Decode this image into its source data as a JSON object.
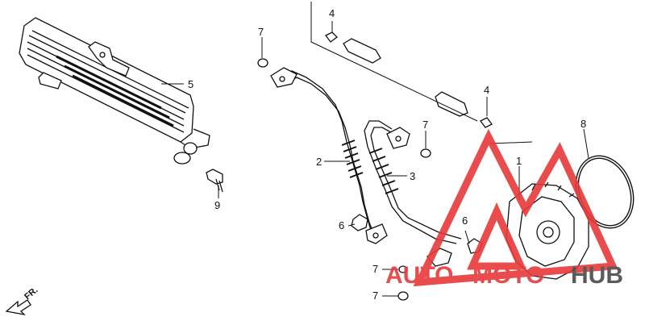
{
  "callouts": [
    {
      "id": "c4a",
      "text": "4"
    },
    {
      "id": "c7a",
      "text": "7"
    },
    {
      "id": "c5",
      "text": "5"
    },
    {
      "id": "c7b",
      "text": "7"
    },
    {
      "id": "c4b",
      "text": "4"
    },
    {
      "id": "c8",
      "text": "8"
    },
    {
      "id": "c2",
      "text": "2"
    },
    {
      "id": "c3",
      "text": "3"
    },
    {
      "id": "c1",
      "text": "1"
    },
    {
      "id": "c9",
      "text": "9"
    },
    {
      "id": "c6a",
      "text": "6"
    },
    {
      "id": "c6b",
      "text": "6"
    },
    {
      "id": "c7c",
      "text": "7"
    },
    {
      "id": "c7d",
      "text": "7"
    }
  ],
  "front_marker": {
    "text": "FR."
  },
  "watermark": {
    "part1": "AUTO",
    "part2": "MOTO",
    "part3": "HUB",
    "color_red": "#e63939",
    "color_gray": "#4a4a4a"
  },
  "line_color": "#111111"
}
